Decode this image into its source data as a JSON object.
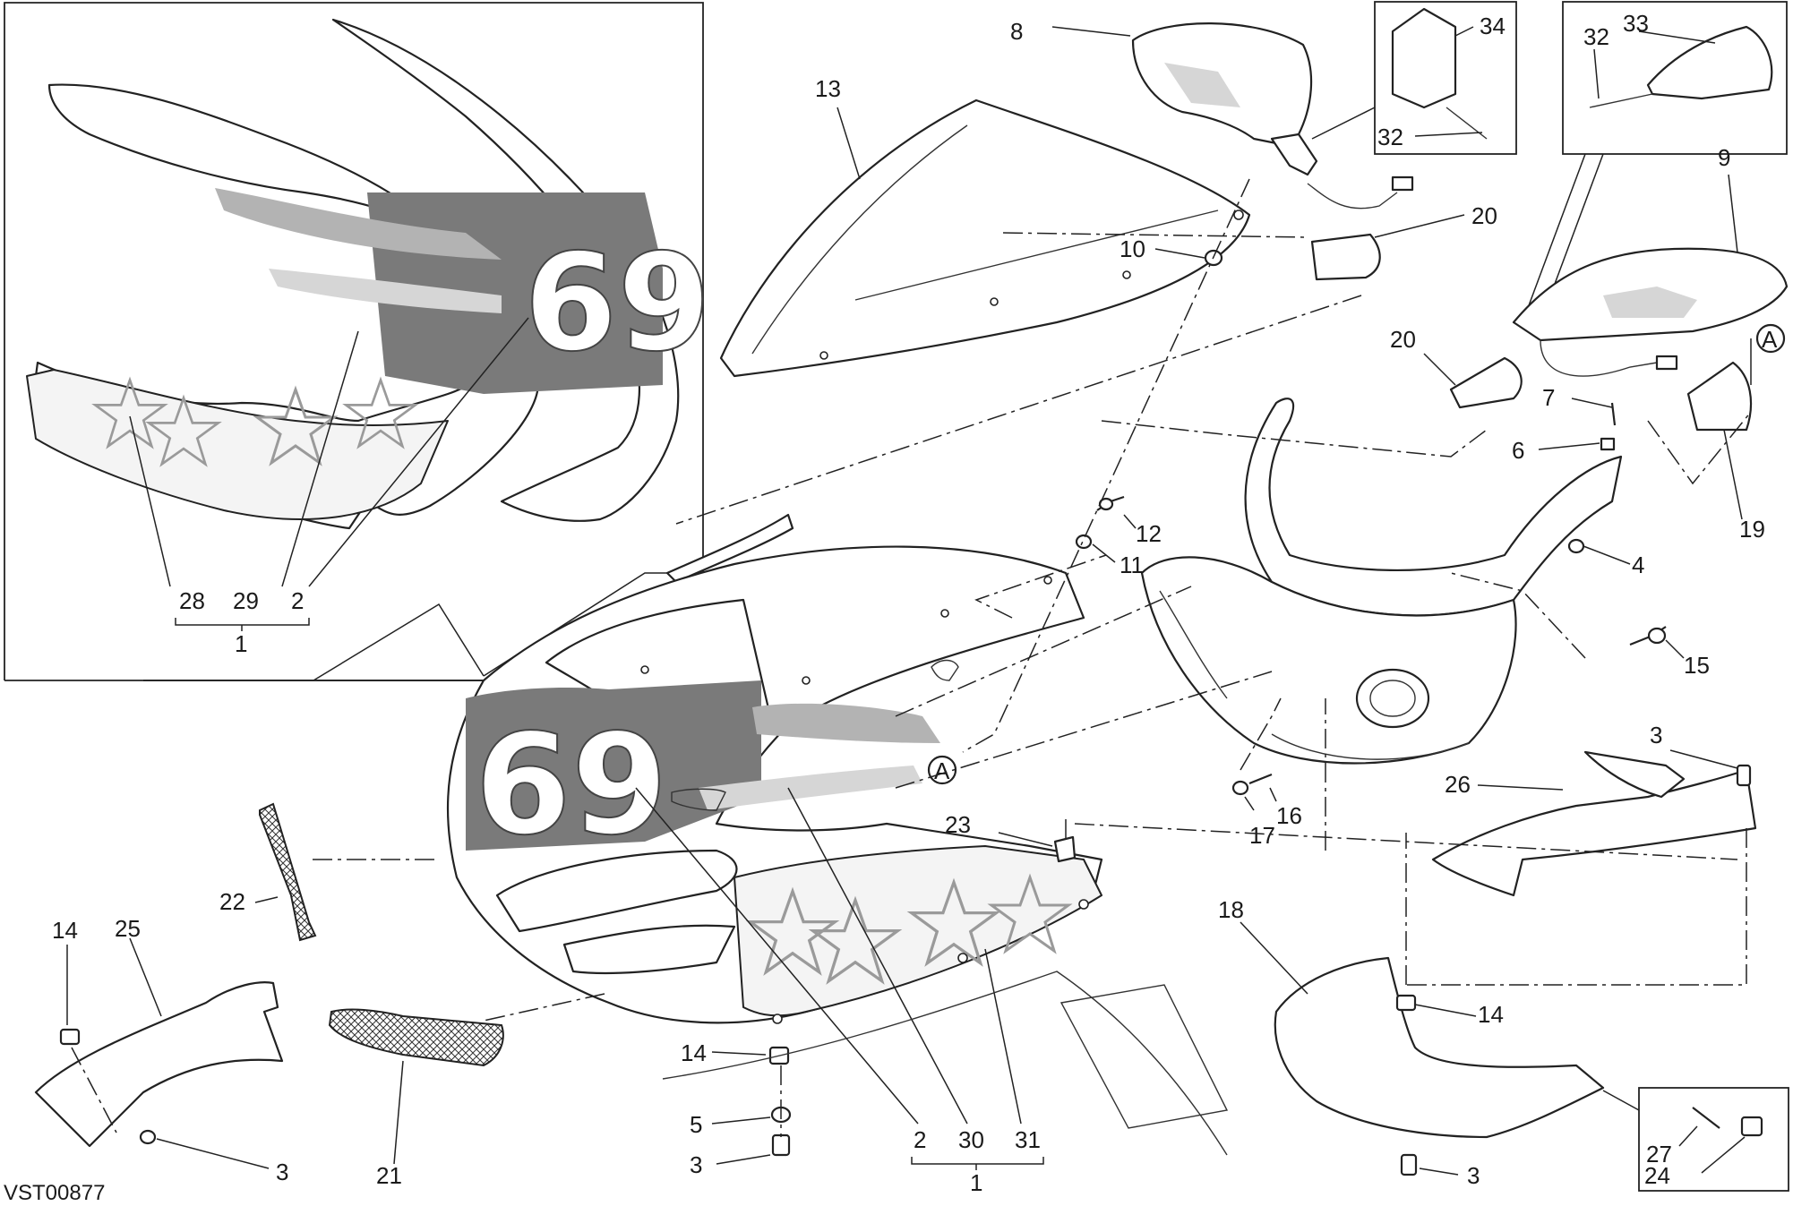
{
  "drawing_code": "VST00877",
  "callouts": {
    "c1": "1",
    "c2": "2",
    "c3": "3",
    "c4": "4",
    "c5": "5",
    "c6": "6",
    "c7": "7",
    "c8": "8",
    "c9": "9",
    "c10": "10",
    "c11": "11",
    "c12": "12",
    "c13": "13",
    "c14": "14",
    "c15": "15",
    "c16": "16",
    "c17": "17",
    "c18": "18",
    "c19": "19",
    "c20": "20",
    "c21": "21",
    "c22": "22",
    "c23": "23",
    "c24": "24",
    "c25": "25",
    "c26": "26",
    "c27": "27",
    "c28": "28",
    "c29": "29",
    "c30": "30",
    "c31": "31",
    "c32": "32",
    "c33": "33",
    "c34": "34"
  },
  "reference_marker": "A",
  "decal_number": "69"
}
